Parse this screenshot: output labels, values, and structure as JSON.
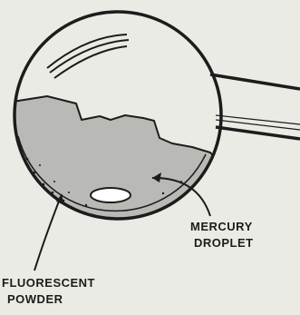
{
  "labels": {
    "mercury": [
      "MERCURY",
      "DROPLET"
    ],
    "fluorescent": [
      "FLUORESCENT",
      "POWDER"
    ]
  },
  "colors": {
    "background": "#ebebe6",
    "ink": "#1c1c1c",
    "powder": "#b9b9b5",
    "droplet": "#ffffff"
  }
}
